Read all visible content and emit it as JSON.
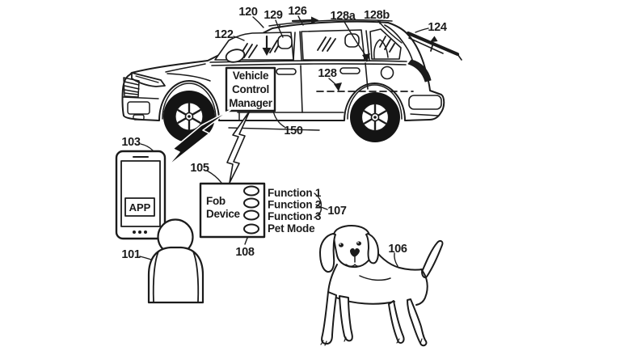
{
  "figure": {
    "background": "#ffffff",
    "ink": "#1b1b1b"
  },
  "refs": {
    "user": "101",
    "phone": "103",
    "fob": "105",
    "dog": "106",
    "functions": "107",
    "button": "108",
    "vehicle": "120",
    "front_window": "122",
    "tailgate": "124",
    "forward": "126",
    "feature": "128",
    "feature_a": "128a",
    "feature_b": "128b",
    "seat": "129",
    "manager": "150"
  },
  "vehicle_control_manager": {
    "line1": "Vehicle",
    "line2": "Control",
    "line3": "Manager"
  },
  "phone": {
    "app_label": "APP"
  },
  "fob": {
    "line1": "Fob",
    "line2": "Device",
    "functions": [
      {
        "label": "Function 1"
      },
      {
        "label": "Function 2"
      },
      {
        "label": "Function 3"
      },
      {
        "label": "Pet Mode"
      }
    ]
  }
}
